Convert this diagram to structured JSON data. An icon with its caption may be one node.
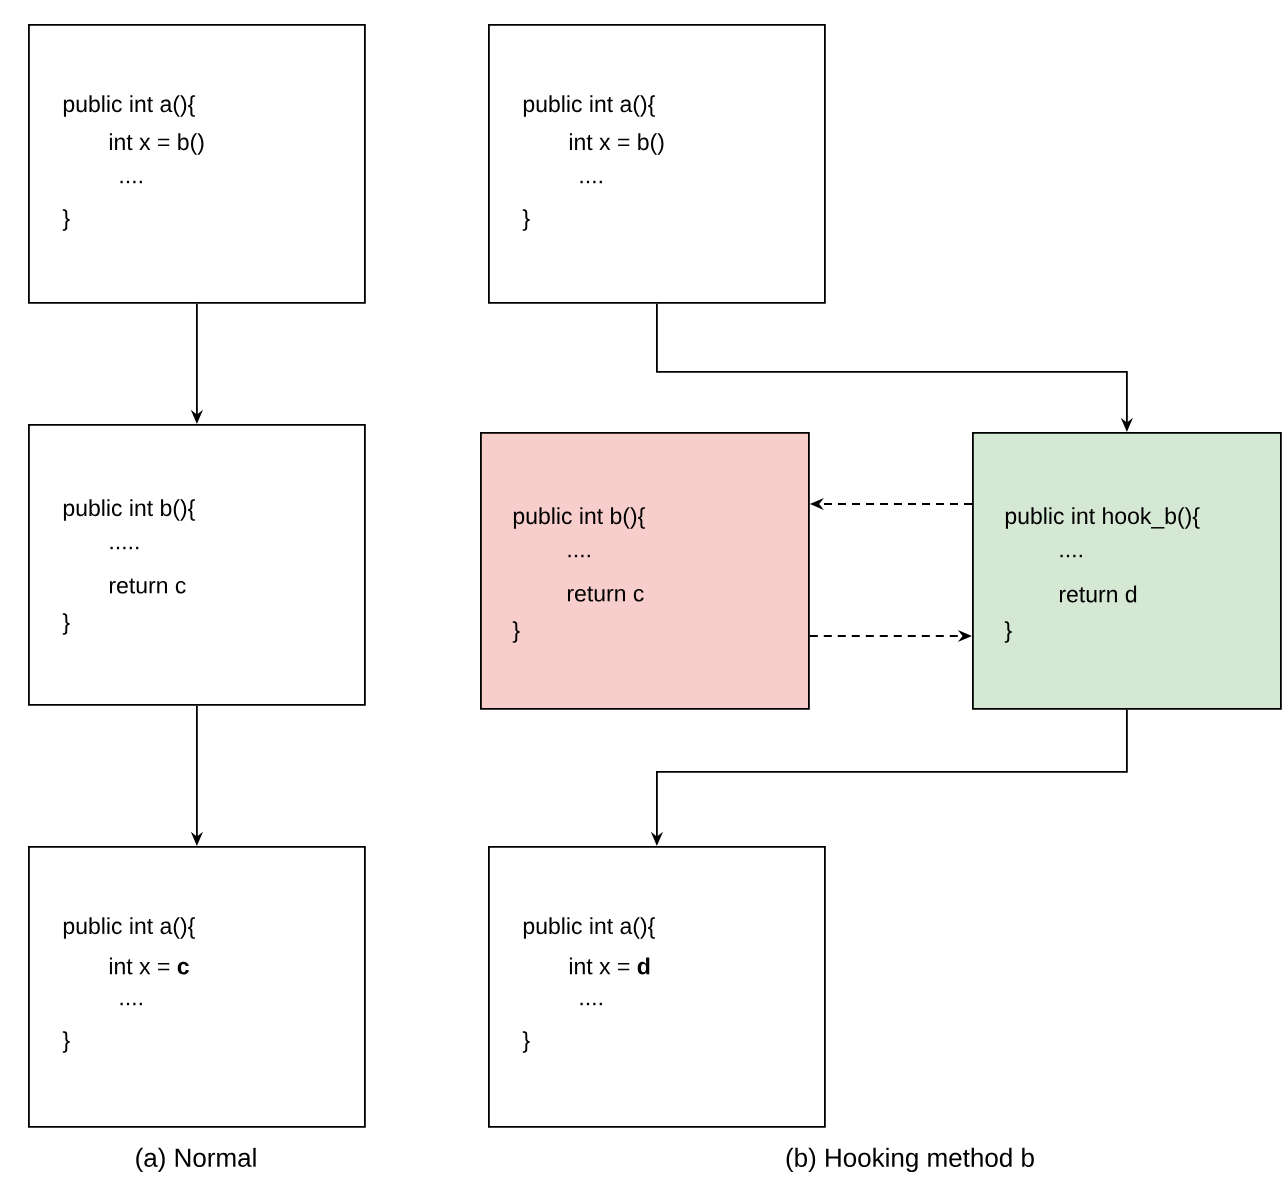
{
  "diagram": {
    "nodes": [
      {
        "text": [
          "public int a(){",
          "int x = b()",
          "....",
          "}"
        ]
      },
      {
        "text": [
          "public int b(){",
          ".....",
          "return c",
          "}"
        ]
      },
      {
        "text": [
          "public int a(){",
          "int x = **c**",
          "....",
          "}"
        ]
      },
      {
        "text": [
          "public int a(){",
          "int x = b()",
          "....",
          "}"
        ]
      },
      {
        "text": [
          "public int b(){",
          "....",
          "return c",
          "}"
        ]
      },
      {
        "text": [
          "public int hook_b(){",
          "....",
          "return d",
          "}"
        ]
      },
      {
        "text": [
          "public int a(){",
          "int x = **d**",
          "....",
          "}"
        ]
      }
    ],
    "edges": [
      {
        "from": 0,
        "to": 1,
        "arrow": "to"
      },
      {
        "from": 1,
        "to": 2,
        "arrow": "to"
      },
      {
        "from": 3,
        "to": 5,
        "arrow": "to"
      },
      {
        "from": 5,
        "to": 4,
        "arrow": "to",
        "style": "dashed"
      },
      {
        "from": 4,
        "to": 5,
        "arrow": "to",
        "style": "dashed"
      },
      {
        "from": 5,
        "to": 6,
        "arrow": "to"
      }
    ],
    "labels": [
      "(a) Normal",
      "(b) Hooking method b"
    ]
  }
}
